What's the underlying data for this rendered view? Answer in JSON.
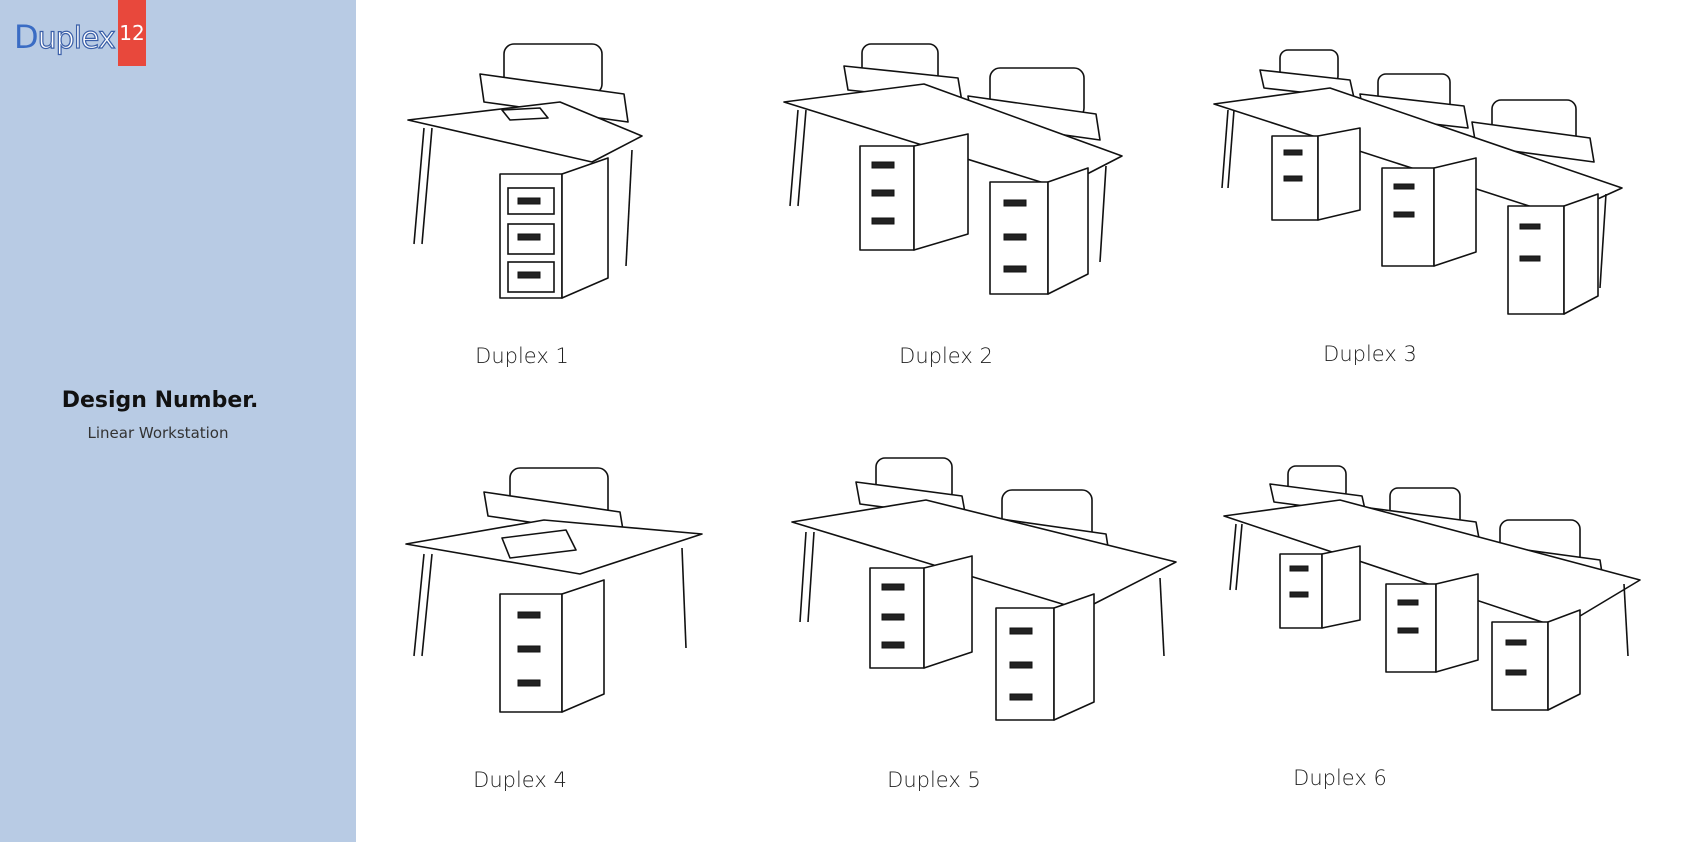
{
  "header": {
    "logo_first": "D",
    "logo_rest": "uplex",
    "page_number": "12"
  },
  "sidebar": {
    "title": "Design Number.",
    "subtitle": "Linear Workstation"
  },
  "gallery": [
    {
      "caption": "Duplex 1"
    },
    {
      "caption": "Duplex 2"
    },
    {
      "caption": "Duplex 3"
    },
    {
      "caption": "Duplex 4"
    },
    {
      "caption": "Duplex 5"
    },
    {
      "caption": "Duplex 6"
    }
  ],
  "colors": {
    "sidebar_bg": "#b8cbe4",
    "badge_bg": "#e8483c",
    "logo_blue": "#3a6cc4"
  }
}
